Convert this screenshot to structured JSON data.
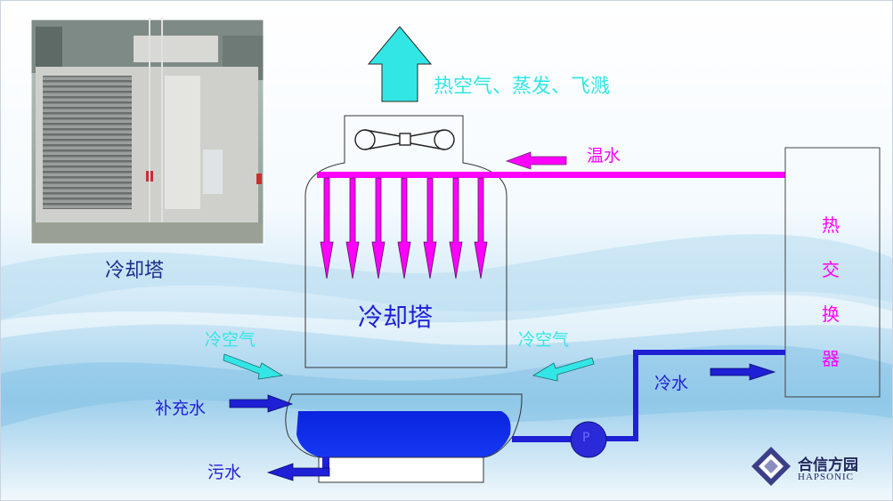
{
  "photo_caption": "冷却塔",
  "exhaust_label": "热空气、蒸发、飞溅",
  "warm_water_label": "温水",
  "tower_label": "冷却塔",
  "cold_air_left": "冷空气",
  "cold_air_right": "冷空气",
  "heat_exchanger_chars": [
    "热",
    "交",
    "换",
    "器"
  ],
  "cold_water_label": "冷水",
  "makeup_water_label": "补充水",
  "waste_water_label": "污水",
  "pump_label": "P",
  "logo": {
    "cn": "合信方园",
    "en": "HAPSONIC"
  },
  "colors": {
    "magenta": "#ff00ff",
    "cyan": "#33e6e6",
    "blue": "#1f1fd6",
    "navy": "#1a1f8c"
  }
}
